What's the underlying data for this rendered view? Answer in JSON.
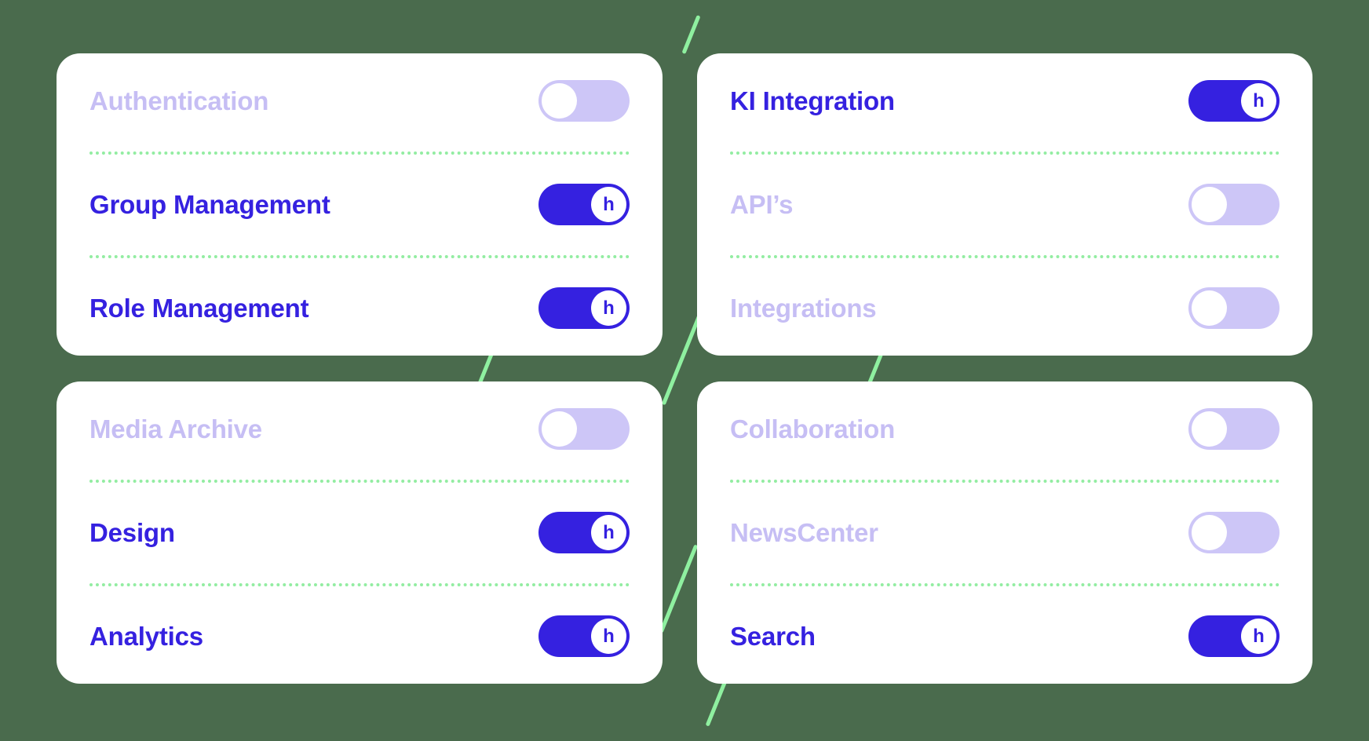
{
  "theme": {
    "background": "#4a6b4d",
    "card_background": "#ffffff",
    "accent_on": "#3521e0",
    "accent_off": "#cdc6f7",
    "label_on": "#3521e0",
    "label_off": "#c6bef4",
    "separator": "#93eda2",
    "deco_line": "#8ff0a0"
  },
  "toggle": {
    "knob_glyph": "h",
    "on_state": "on",
    "off_state": "off"
  },
  "cards": [
    {
      "id": "card-top-left",
      "rows": [
        {
          "label": "Authentication",
          "state": "off",
          "knob": ""
        },
        {
          "label": "Group Management",
          "state": "on",
          "knob": "h"
        },
        {
          "label": "Role Management",
          "state": "on",
          "knob": "h"
        }
      ]
    },
    {
      "id": "card-top-right",
      "rows": [
        {
          "label": "KI Integration",
          "state": "on",
          "knob": "h"
        },
        {
          "label": "API’s",
          "state": "off",
          "knob": ""
        },
        {
          "label": "Integrations",
          "state": "off",
          "knob": ""
        }
      ]
    },
    {
      "id": "card-bottom-left",
      "rows": [
        {
          "label": "Media Archive",
          "state": "off",
          "knob": ""
        },
        {
          "label": "Design",
          "state": "on",
          "knob": "h"
        },
        {
          "label": "Analytics",
          "state": "on",
          "knob": "h"
        }
      ]
    },
    {
      "id": "card-bottom-right",
      "rows": [
        {
          "label": "Collaboration",
          "state": "off",
          "knob": ""
        },
        {
          "label": "NewsCenter",
          "state": "off",
          "knob": ""
        },
        {
          "label": "Search",
          "state": "on",
          "knob": "h"
        }
      ]
    }
  ]
}
